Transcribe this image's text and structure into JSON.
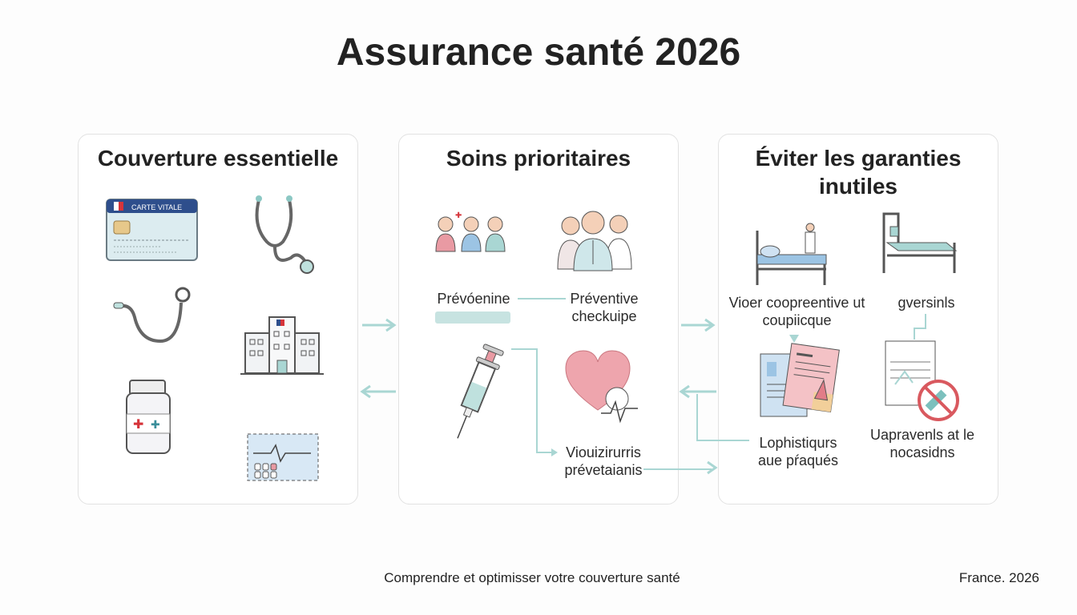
{
  "title": "Assurance santé 2026",
  "panels": [
    {
      "title": "Couverture essentielle",
      "card_label": "CARTE VITALE",
      "icons": [
        "carte-vitale-icon",
        "stethoscope-icon",
        "tonometer-icon",
        "hospital-icon",
        "medicine-bottle-icon",
        "ecg-card-icon"
      ]
    },
    {
      "title": "Soins prioritaires",
      "labels": [
        "Prévóenine",
        "Préventive checkuipe",
        "Viouizirurris prévetaianis"
      ],
      "icons": [
        "family-icon",
        "doctors-icon",
        "syringe-icon",
        "heart-ecg-icon"
      ]
    },
    {
      "title": "Éviter les garanties inutiles",
      "labels": [
        "Vioer coopreentive ut coupiicque",
        "gversinls",
        "Lophistiqurs aue pŕaqués",
        "Uapravenls at le nocasidns"
      ],
      "icons": [
        "hospital-bed-doctor-icon",
        "hospital-bed-icon",
        "documents-icon",
        "no-document-icon"
      ]
    }
  ],
  "footer": {
    "subtitle": "Comprendre et optimisser votre couverture santé",
    "location_year": "France. 2026"
  },
  "colors": {
    "accent": "#a9d6d3",
    "vitale_blue": "#2e4e8c",
    "pink": "#e99aa3"
  }
}
